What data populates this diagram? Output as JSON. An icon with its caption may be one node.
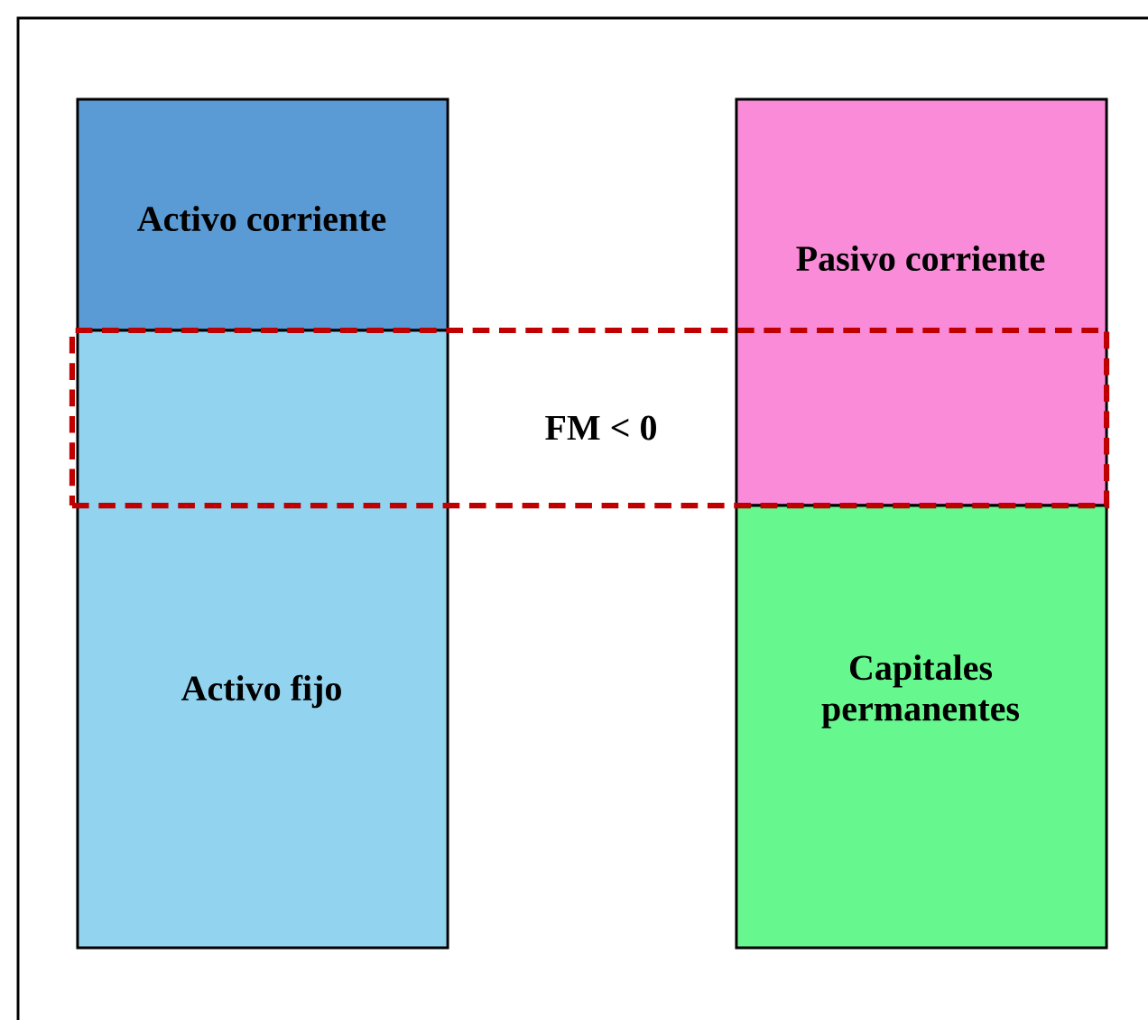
{
  "diagram": {
    "nodes": [
      {
        "text": [
          "Activo corriente"
        ]
      },
      {
        "text": [
          "Activo fijo"
        ]
      },
      {
        "text": [
          "Pasivo corriente"
        ]
      },
      {
        "text": [
          "Capitales permanentes"
        ]
      },
      {
        "text": [
          "FM < 0"
        ]
      }
    ]
  }
}
